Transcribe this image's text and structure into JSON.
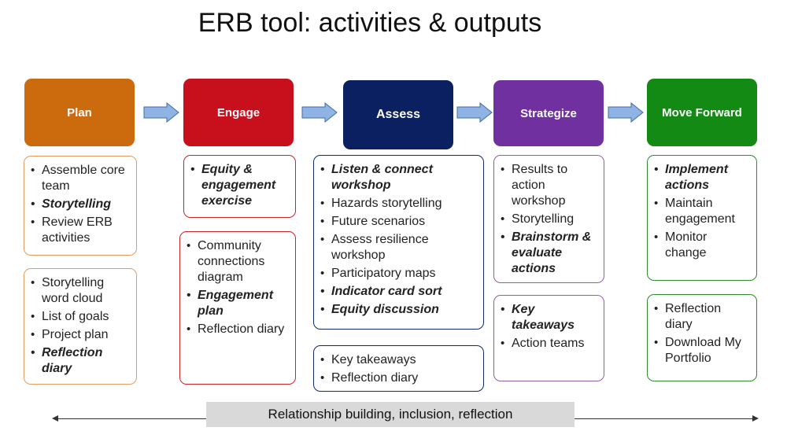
{
  "title": "ERB tool: activities & outputs",
  "colors": {
    "plan": "#cc6a0e",
    "engage": "#c8101c",
    "assess": "#0b2060",
    "strategize": "#7030a0",
    "move_forward": "#138a13",
    "arrow_fill": "#8fb4e3",
    "arrow_stroke": "#3e6ba8"
  },
  "phases": [
    {
      "header": "Plan",
      "activities": [
        {
          "text": "Assemble core team",
          "emphasis": false
        },
        {
          "text": "Storytelling",
          "emphasis": true
        },
        {
          "text": "Review ERB activities",
          "emphasis": false
        }
      ],
      "outputs": [
        {
          "text": "Storytelling word cloud",
          "emphasis": false
        },
        {
          "text": "List of goals",
          "emphasis": false
        },
        {
          "text": "Project plan",
          "emphasis": false
        },
        {
          "text": "Reflection diary",
          "emphasis": true
        }
      ]
    },
    {
      "header": "Engage",
      "activities": [
        {
          "text": "Equity & engagement exercise",
          "emphasis": true
        }
      ],
      "outputs": [
        {
          "text": "Community connections diagram",
          "emphasis": false
        },
        {
          "text": "Engagement plan",
          "emphasis": true
        },
        {
          "text": "Reflection diary",
          "emphasis": false
        }
      ]
    },
    {
      "header": "Assess",
      "activities": [
        {
          "text": "Listen & connect workshop",
          "emphasis": true
        },
        {
          "text": "Hazards storytelling",
          "emphasis": false
        },
        {
          "text": "Future scenarios",
          "emphasis": false
        },
        {
          "text": "Assess resilience workshop",
          "emphasis": false
        },
        {
          "text": "Participatory maps",
          "emphasis": false
        },
        {
          "text": "Indicator card sort",
          "emphasis": true
        },
        {
          "text": "Equity discussion",
          "emphasis": true
        }
      ],
      "outputs": [
        {
          "text": "Key takeaways",
          "emphasis": false
        },
        {
          "text": "Reflection diary",
          "emphasis": false
        }
      ]
    },
    {
      "header": "Strategize",
      "activities": [
        {
          "text": "Results to action workshop",
          "emphasis": false
        },
        {
          "text": "Storytelling",
          "emphasis": false
        },
        {
          "text": "Brainstorm & evaluate actions",
          "emphasis": true
        }
      ],
      "outputs": [
        {
          "text": "Key takeaways",
          "emphasis": true
        },
        {
          "text": "Action teams",
          "emphasis": false
        }
      ]
    },
    {
      "header": "Move Forward",
      "activities": [
        {
          "text": "Implement actions",
          "emphasis": true
        },
        {
          "text": "Maintain engagement",
          "emphasis": false
        },
        {
          "text": "Monitor change",
          "emphasis": false
        }
      ],
      "outputs": [
        {
          "text": "Reflection diary",
          "emphasis": false
        },
        {
          "text": "Download My Portfolio",
          "emphasis": false
        }
      ]
    }
  ],
  "timeline_label": "Relationship building, inclusion, reflection"
}
